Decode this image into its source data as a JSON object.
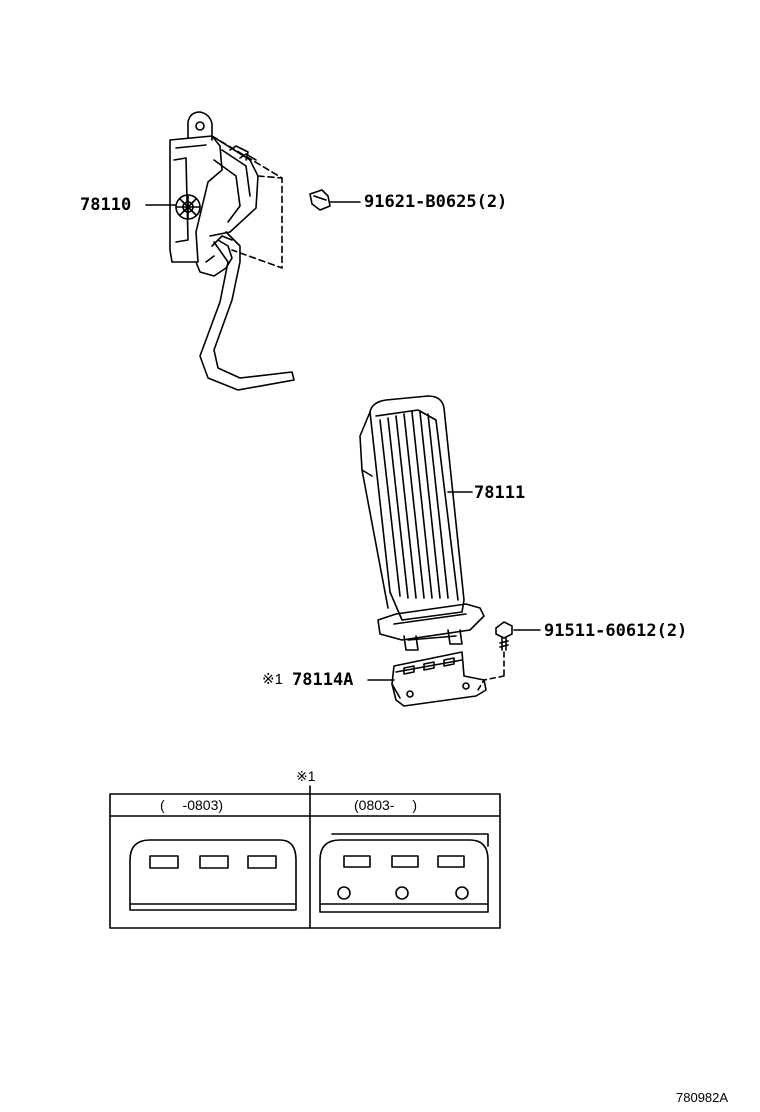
{
  "parts": {
    "pedal_assembly": "78110",
    "pedal_pad": "78111",
    "bracket": "78114A",
    "bracket_mark": "※1",
    "bolt_upper": "91621-B0625(2)",
    "bolt_lower": "91511-60612(2)"
  },
  "note_table": {
    "mark": "※1",
    "left_header": "(　 -0803)",
    "right_header": "(0803-　 )"
  },
  "figure_code": "780982A"
}
